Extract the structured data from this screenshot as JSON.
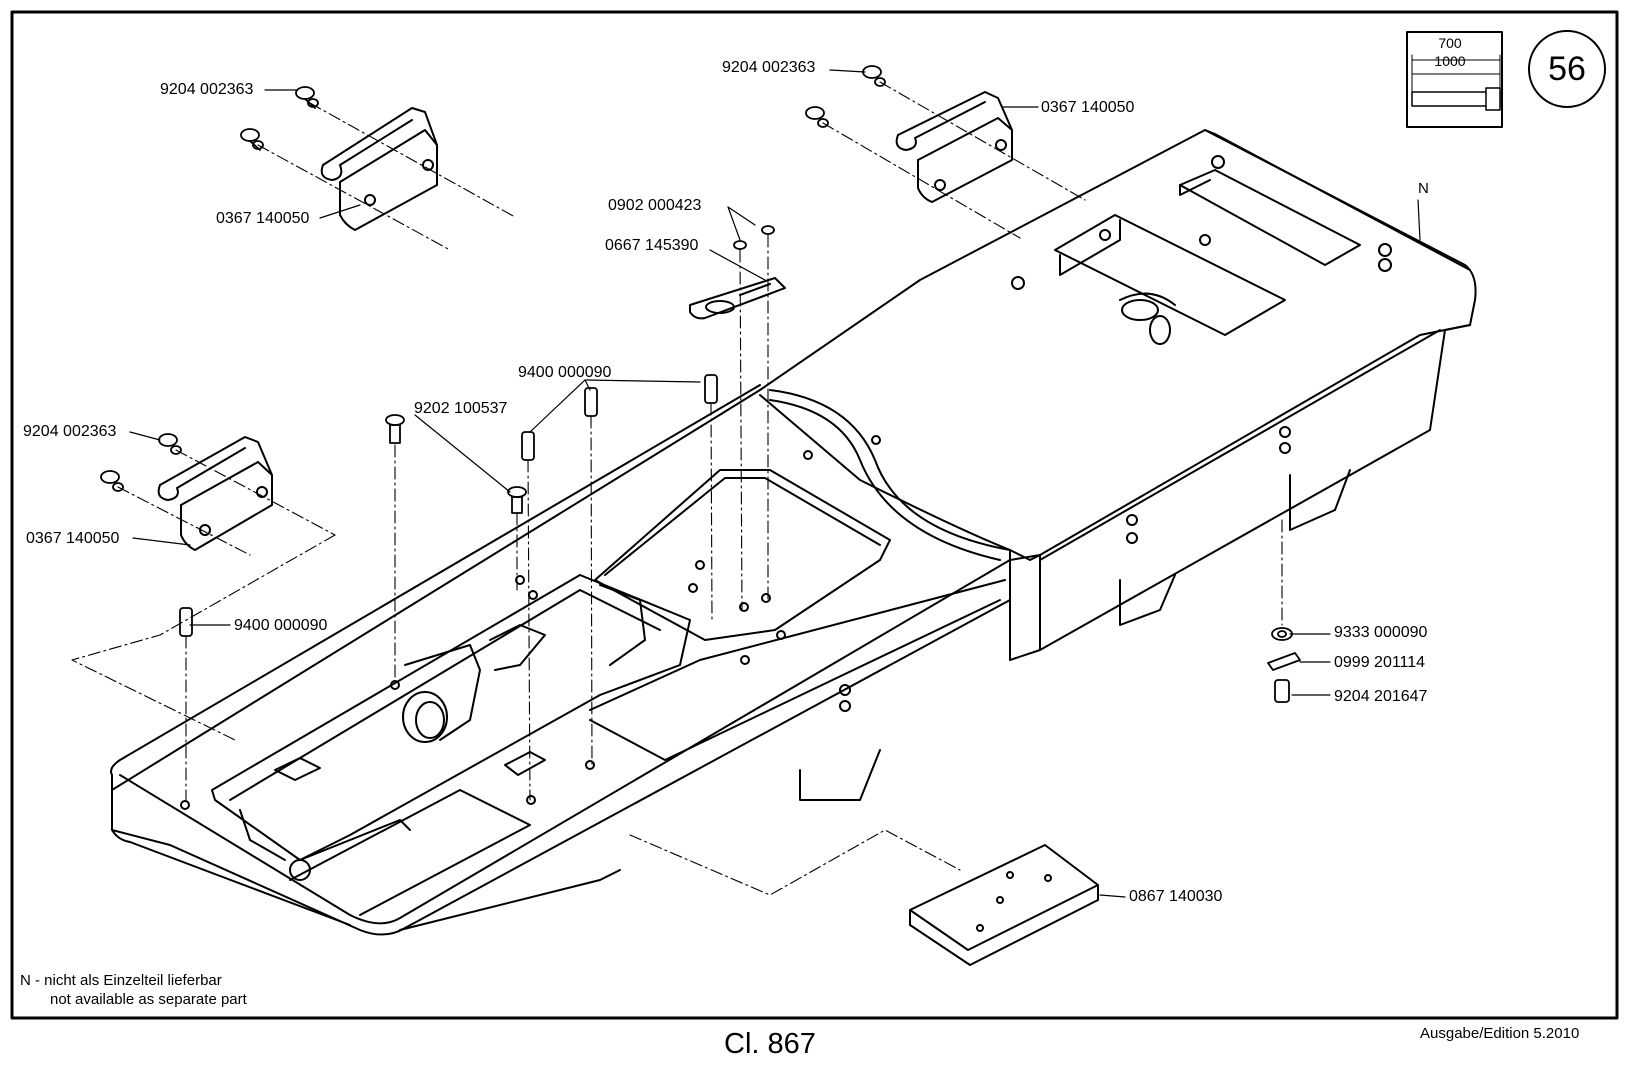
{
  "page_number": "56",
  "dimension_box": {
    "upper": "700",
    "lower": "1000"
  },
  "part_labels": {
    "screw_top_left": "9204 002363",
    "hinge_top_left": "0367 140050",
    "screw_top_right": "9204 002363",
    "hinge_top_right": "0367 140050",
    "screw_small": "0902 000423",
    "spring_plate": "0667 145390",
    "set_screws_group": "9400 000090",
    "countersunk_screw": "9202 100537",
    "screw_mid_left": "9204 002363",
    "hinge_mid_left": "0367 140050",
    "set_screw_left": "9400 000090",
    "washer": "9333 000090",
    "clip": "0999 201114",
    "cap_screw": "9204 201647",
    "bottom_plate": "0867 140030",
    "n_marker": "N"
  },
  "note": {
    "line1": "N - nicht als Einzelteil lieferbar",
    "line2": "not available as separate part"
  },
  "footer": {
    "class_label": "Cl. 867",
    "edition": "Ausgabe/Edition  5.2010"
  }
}
